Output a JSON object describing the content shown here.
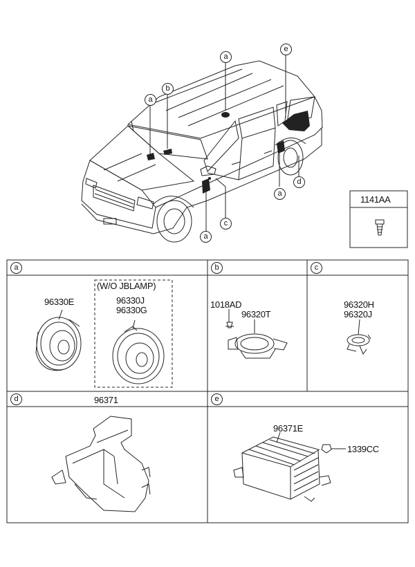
{
  "callouts": {
    "a_left": "a",
    "b": "b",
    "a_top": "a",
    "e": "e",
    "a_rear": "a",
    "d": "d",
    "a_front": "a",
    "c": "c"
  },
  "box_1141": {
    "label": "1141AA"
  },
  "sections": {
    "a": {
      "letter": "a",
      "wo_label": "(W/O JBLAMP)",
      "parts": [
        "96330E",
        "96330J",
        "96330G"
      ]
    },
    "b": {
      "letter": "b",
      "parts": [
        "1018AD",
        "96320T"
      ]
    },
    "c": {
      "letter": "c",
      "parts": [
        "96320H",
        "96320J"
      ]
    },
    "d": {
      "letter": "d",
      "title": "96371"
    },
    "e": {
      "letter": "e",
      "parts": [
        "96371E",
        "1339CC"
      ]
    }
  }
}
